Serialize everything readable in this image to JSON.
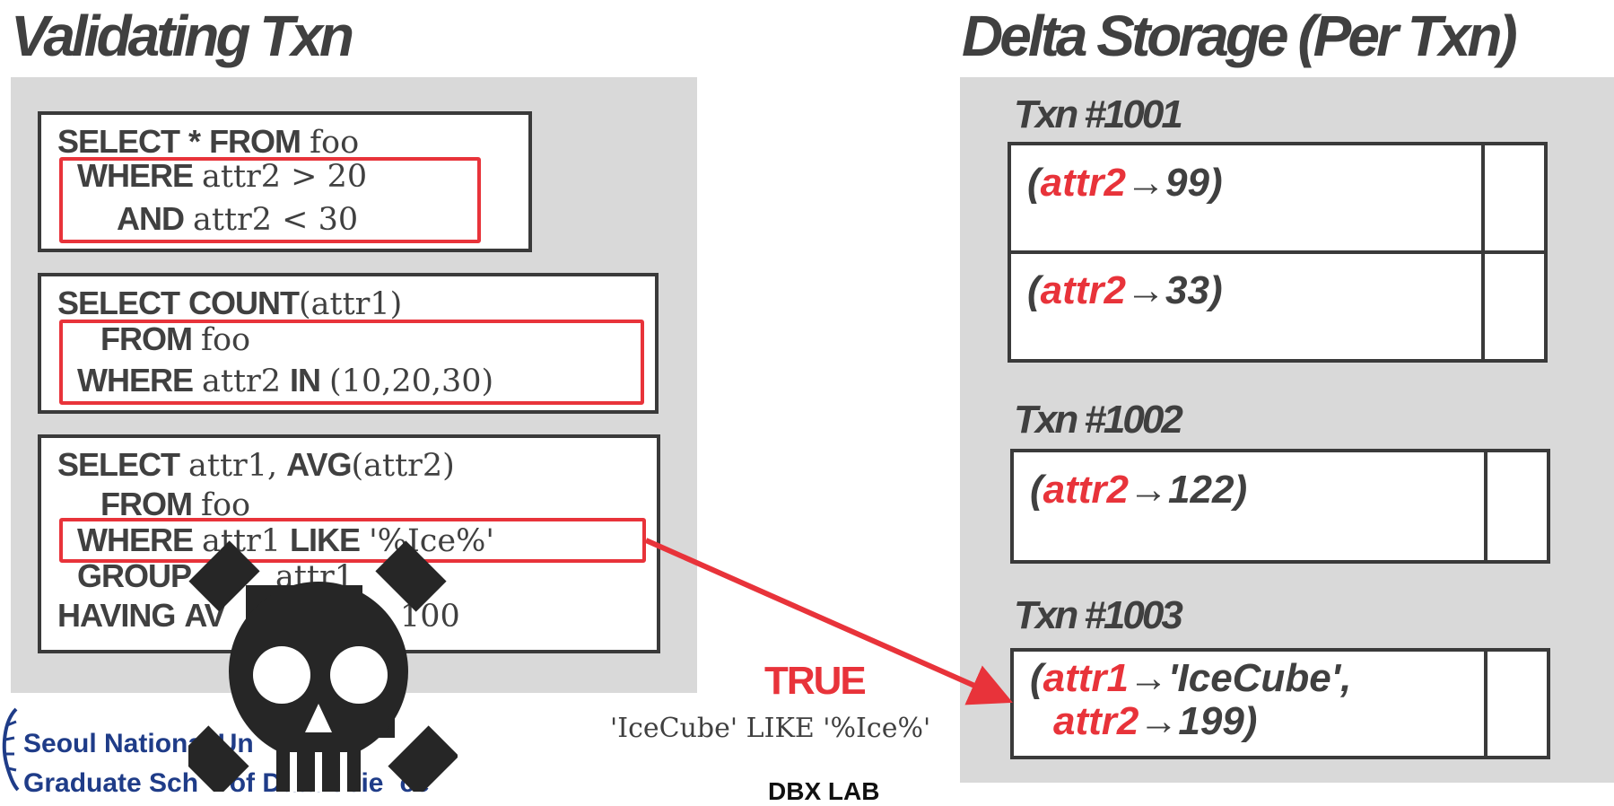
{
  "titles": {
    "left": "Validating Txn",
    "right": "Delta Storage (Per Txn)"
  },
  "queries": {
    "q1": {
      "l1_kw1": "SELECT",
      "l1_sym": "*",
      "l1_kw2": "FROM",
      "l1_tx": "foo",
      "l2_kw": "WHERE",
      "l2_tx": "attr2 > 20",
      "l3_kw": "AND",
      "l3_tx": "attr2 < 30"
    },
    "q2": {
      "l1_kw1": "SELECT",
      "l1_kw2": "COUNT",
      "l1_tx": "(attr1)",
      "l2_kw": "FROM",
      "l2_tx": "foo",
      "l3_kw": "WHERE",
      "l3_tx1": "attr2",
      "l3_kw2": "IN",
      "l3_tx2": "(10,20,30)"
    },
    "q3": {
      "l1_kw1": "SELECT",
      "l1_tx1": "attr1,",
      "l1_kw2": "AVG",
      "l1_tx2": "(attr2)",
      "l2_kw": "FROM",
      "l2_tx": "foo",
      "l3_kw": "WHERE",
      "l3_tx1": "attr1",
      "l3_kw2": "LIKE",
      "l3_tx2": "'%Ice%'",
      "l4_kw": "GROUP",
      "l4_tx": "attr1",
      "l5_kw": "HAVING",
      "l5_kw2": "AV",
      "l5_tx": ") > 100"
    }
  },
  "deltas": {
    "t1001": {
      "label": "Txn #1001",
      "r1_attr": "attr2",
      "r1_val": "→99)",
      "r2_attr": "attr2",
      "r2_val": "→33)"
    },
    "t1002": {
      "label": "Txn #1002",
      "r1_attr": "attr2",
      "r1_val": "→122)"
    },
    "t1003": {
      "label": "Txn #1003",
      "r1_attr": "attr1",
      "r1_val": "→'IceCube',",
      "r2_attr": "attr2",
      "r2_val": "→199)"
    }
  },
  "result": {
    "label": "TRUE",
    "expression": "'IceCube' LIKE '%Ice%'"
  },
  "footer": {
    "line1": "Seoul National Un",
    "line2": "Graduate Sch",
    "line2b": "l of Da",
    "line2c": "ta Scie",
    "line2d": "ce",
    "lab": "DBX LAB"
  },
  "icons": {
    "danger": "skull-crossbones-icon",
    "logo": "university-emblem-icon"
  },
  "colors": {
    "highlight": "#e8333a",
    "panel": "#d9d9d9",
    "text": "#404040",
    "box": "#3a3a3a"
  }
}
